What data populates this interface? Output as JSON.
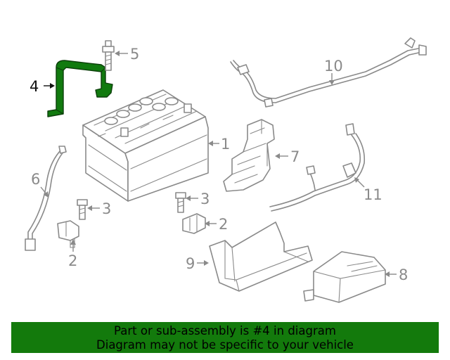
{
  "highlight_color": "#137a0c",
  "callouts": [
    "1",
    "2",
    "2",
    "3",
    "3",
    "4",
    "5",
    "6",
    "7",
    "8",
    "9",
    "10",
    "11"
  ],
  "banner": {
    "line1": "Part or sub-assembly is #4 in diagram",
    "line2": "Diagram may not be specific to your vehicle"
  }
}
